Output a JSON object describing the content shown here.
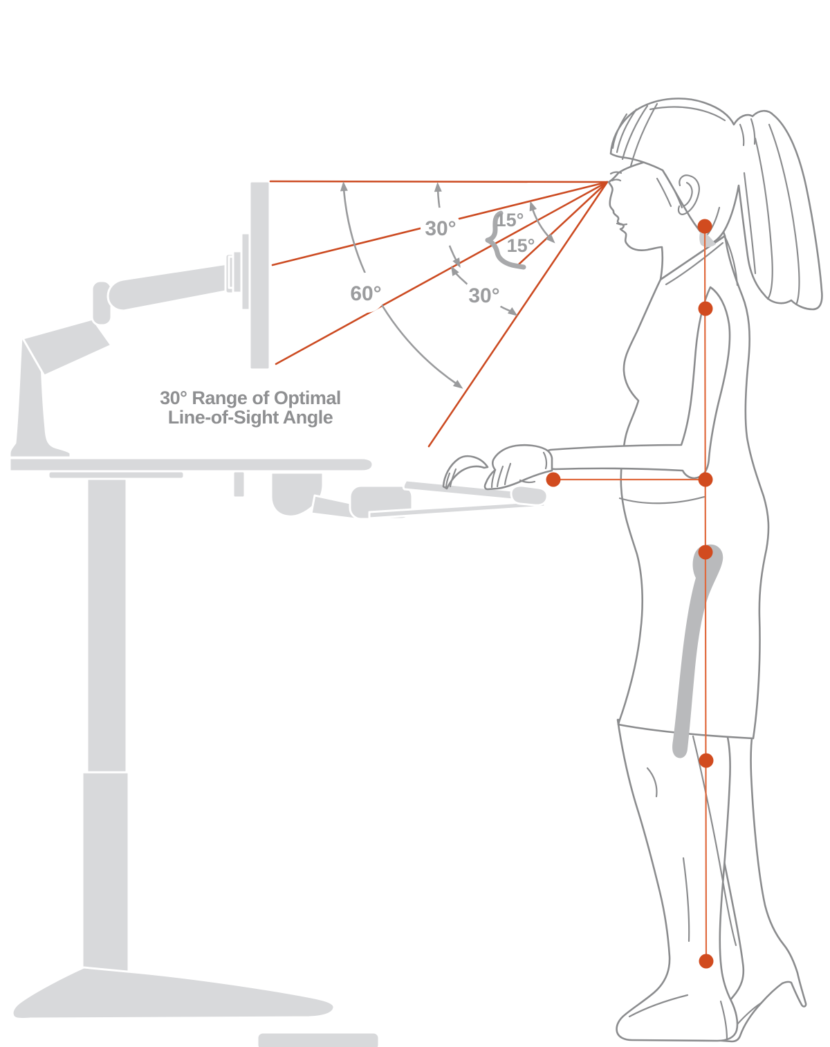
{
  "diagram": {
    "caption": {
      "line1": "30° Range of Optimal",
      "line2": "Line-of-Sight Angle"
    },
    "angles": {
      "upper_range": "30°",
      "total_range": "60°",
      "lower_range": "30°",
      "upper_half": "15°",
      "lower_half": "15°"
    },
    "colors": {
      "sight_line_orange": "#cc4b22",
      "joint_dot_orange": "#d14b1f",
      "posture_line_orange": "#e06a3e",
      "annotation_gray": "#9a9b9d",
      "figure_line_gray": "#8b8c8e",
      "furniture_gray": "#d8d9db"
    },
    "posture_points": [
      "neck",
      "shoulder",
      "elbow",
      "wrist",
      "hip",
      "knee",
      "ankle"
    ]
  }
}
